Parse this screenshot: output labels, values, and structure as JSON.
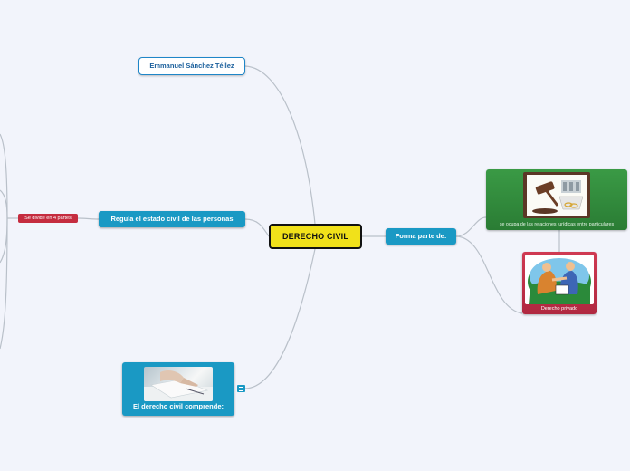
{
  "map": {
    "central": "DERECHO CIVIL",
    "author": "Emmanuel Sánchez Téllez",
    "regula": "Regula el estado civil de las personas",
    "divide": "Se divide en 4 partes",
    "comprende": "El derecho civil comprende:",
    "forma": "Forma parte de:",
    "relaciones": "se ocupa de las relaciones jurídicas entre particulares",
    "privado": "Derecho privado"
  },
  "colors": {
    "central": "#f1e11a",
    "topic": "#1a99c4",
    "subtopic_red": "#c52c3f",
    "green_node": "#2e8b3a",
    "connector": "#b9c0c9"
  },
  "icons": [
    "note-icon",
    "gavel-image",
    "handshake-image",
    "document-image"
  ]
}
